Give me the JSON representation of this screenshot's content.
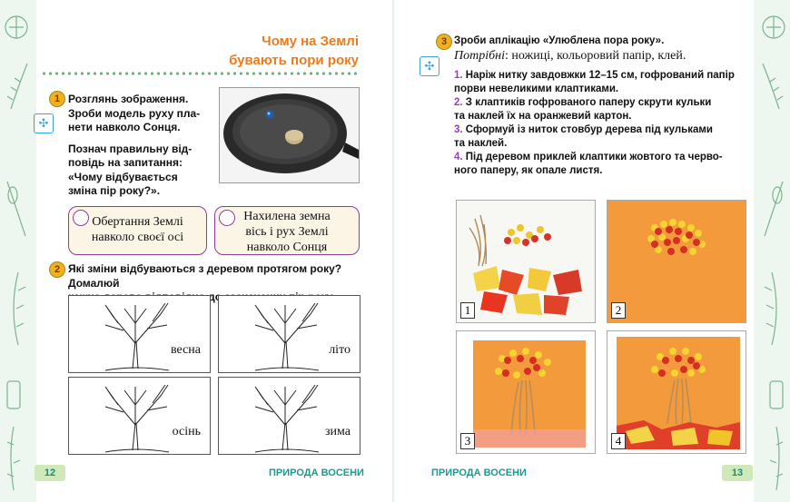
{
  "left": {
    "title_line1": "Чому на Землі",
    "title_line2": "бувають пори року",
    "task1": {
      "number": "1",
      "text1": "Розглянь зображення.",
      "text2": "Зроби модель руху пла-",
      "text3": "нети навколо Сонця.",
      "text4": "Познач правильну від-",
      "text5": "повідь на запитання:",
      "text6": "«Чому відбувається",
      "text7": "зміна пір року?».",
      "option1_line1": "Обертання Землі",
      "option1_line2": "навколо своєї осі",
      "option2_line1": "Нахилена земна",
      "option2_line2": "вісь і рух Землі",
      "option2_line3": "навколо Сонця"
    },
    "task2": {
      "number": "2",
      "text1": "Які зміни відбуваються з деревом протягом року? Домалюй",
      "text2": "кожне дерево відповідно до зазначених пір року.",
      "seasons": [
        "весна",
        "літо",
        "осінь",
        "зима"
      ]
    },
    "page_number": "12",
    "footer": "ПРИРОДА ВОСЕНИ"
  },
  "right": {
    "task3": {
      "number": "3",
      "heading": "Зроби аплікацію «Улюблена пора року».",
      "need_label": "Потрібні",
      "need_items": ": ножиці, кольоровий папір, клей.",
      "steps": [
        {
          "n": "1.",
          "line1": " Наріж нитку завдовжки 12–15 см, гофрований папір",
          "line2": "порви невеликими клаптиками."
        },
        {
          "n": "2.",
          "line1": " З клаптиків гофрованого паперу скрути кульки",
          "line2": "та наклей їх на оранжевий картон."
        },
        {
          "n": "3.",
          "line1": " Сформуй із ниток стовбур дерева під кульками",
          "line2": "та наклей."
        },
        {
          "n": "4.",
          "line1": " Під деревом приклей клаптики жовтого та черво-",
          "line2": "ного паперу, як опале листя."
        }
      ],
      "photo_numbers": [
        "1",
        "2",
        "3",
        "4"
      ]
    },
    "page_number": "13",
    "footer": "ПРИРОДА ВОСЕНИ"
  },
  "colors": {
    "accent": "#f07a1a",
    "teal": "#1c9a8e",
    "purple": "#8a3f9a",
    "orange_card": "#f29a3c"
  }
}
